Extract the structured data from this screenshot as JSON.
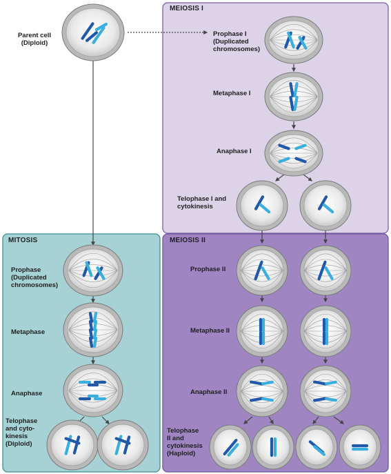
{
  "sections": {
    "meiosis1": "MEIOSIS I",
    "meiosis2": "MEIOSIS II",
    "mitosis": "MITOSIS"
  },
  "labels": {
    "parent": "Parent cell\n(Diploid)",
    "prophase1": "Prophase I\n(Duplicated\nchromosomes)",
    "metaphase1": "Metaphase I",
    "anaphase1": "Anaphase I",
    "telophase1": "Telophase I and\ncytokinesis",
    "prophase2": "Prophase II",
    "metaphase2": "Metaphase II",
    "anaphase2": "Anaphase II",
    "telophase2": "Telophase\nII and\ncytokinesis\n(Haploid)",
    "prophase": "Prophase\n(Duplicated\nchromosomes)",
    "metaphase": "Metaphase",
    "anaphase": "Anaphase",
    "telophase": "Telophase\nand cyto-\nkinesis\n(Diploid)"
  },
  "colors": {
    "meiosis1_fill": "#dcd3e9",
    "meiosis1_border": "#7b5fa6",
    "meiosis2_fill": "#9f86c3",
    "meiosis2_border": "#6f5698",
    "mitosis_fill": "#a6d2d5",
    "mitosis_border": "#3e8f92",
    "chromosome_dark": "#2158a8",
    "chromosome_light": "#3aaedc"
  }
}
